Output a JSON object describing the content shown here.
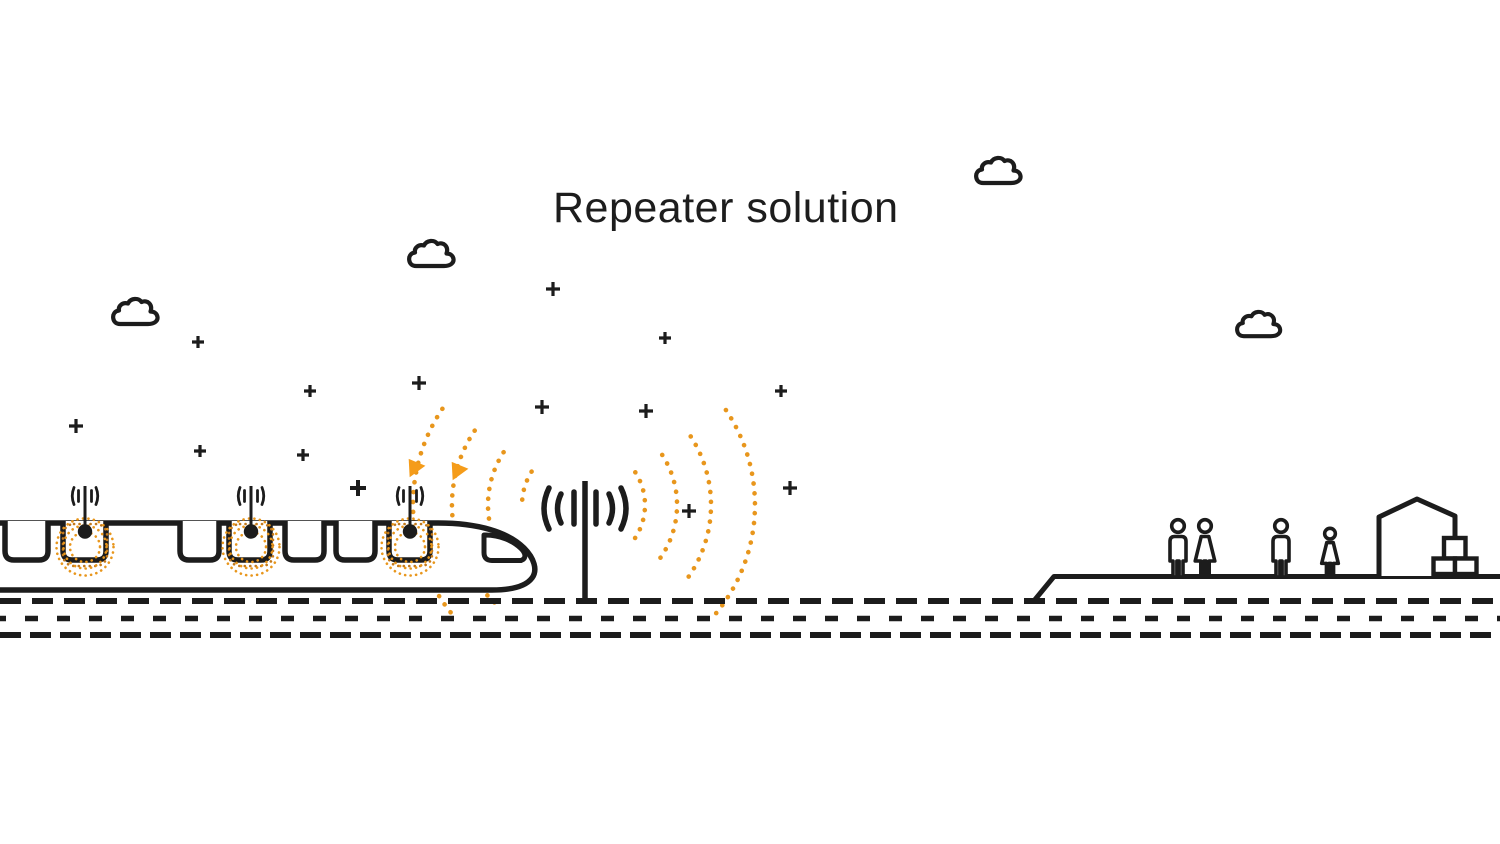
{
  "title": "Repeater solution",
  "scene": {
    "description": "Line-art illustration of a trackside repeater mast relaying mobile signal to a passing train, with a station platform, people and a building on the right",
    "colors": {
      "line_black": "#1c1c1c",
      "signal_orange": "#E8961C",
      "ring_orange": "#D98A1C",
      "arrow_orange": "#F59C1A",
      "background": "#ffffff"
    },
    "train": {
      "name": "high-speed-train",
      "antennas": 3,
      "windows": 7,
      "windshields": 1
    },
    "repeater_mast": {
      "name": "trackside-repeater-mast"
    },
    "signal_arcs": {
      "toward_train": 4,
      "outward_right": 4,
      "direction_arrows": 2
    },
    "clouds": 4,
    "plus_sparkles": 14,
    "platform": {
      "people": 4,
      "buildings": 1,
      "cargo_boxes": 3
    },
    "track_dashed_lines": 3
  }
}
